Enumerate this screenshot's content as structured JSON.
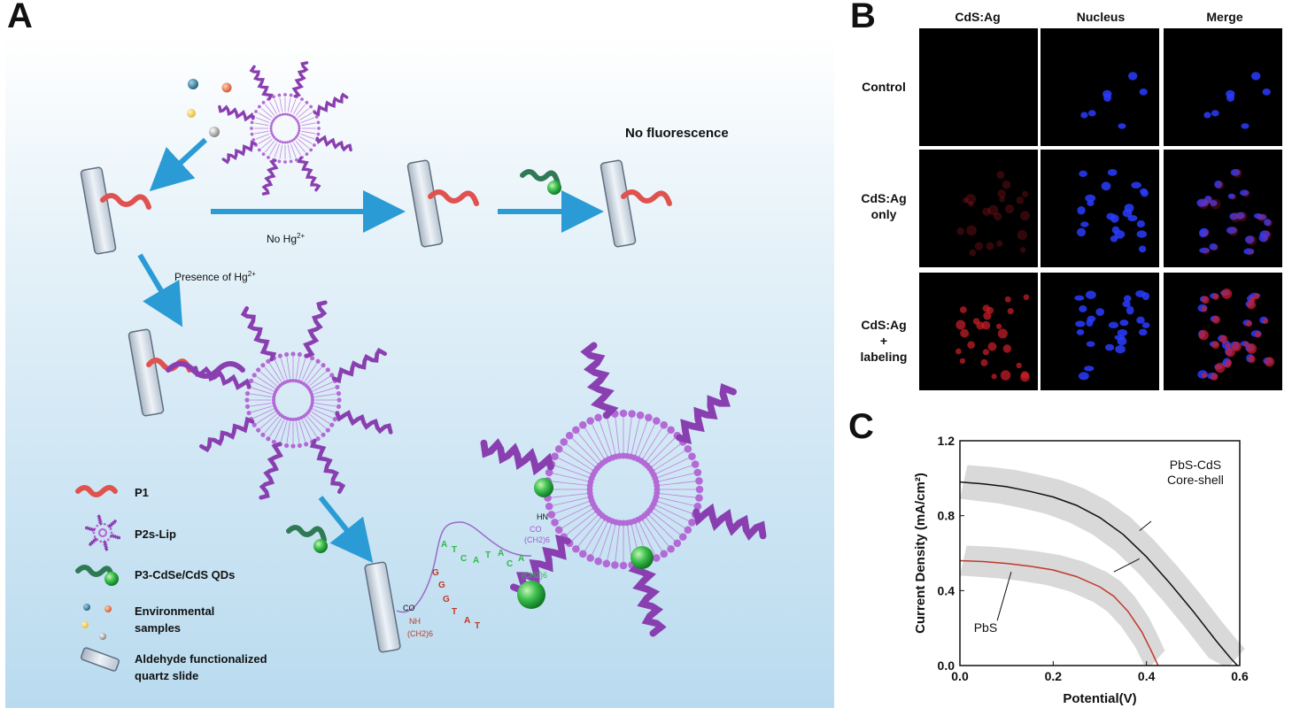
{
  "panels": {
    "a": "A",
    "b": "B",
    "c": "C"
  },
  "panel_a": {
    "no_fluorescence": "No fluorescence",
    "no_hg_base": "No Hg",
    "no_hg_sup": "2+",
    "presence_base": "Presence of Hg",
    "presence_sup": "2+",
    "legend": {
      "p1": "P1",
      "p2s_lip": "P2s-Lip",
      "p3": "P3-CdSe/CdS QDs",
      "env_line1": "Environmental",
      "env_line2": "samples",
      "slide_line1": "Aldehyde functionalized",
      "slide_line2": "quartz slide"
    },
    "chem": {
      "co": "CO",
      "nh": "NH",
      "ch2_6": "(CH2)6",
      "hn": "HN",
      "co2": "CO",
      "ch2_6b": "(CH2)6",
      "ch2_6c": "(CH2)6"
    },
    "colors": {
      "p1": "#e0524f",
      "lipid": "#b46ad6",
      "ssdna": "#8a3fb0",
      "qd": "#2fb84a",
      "arrow": "#2a9bd4"
    }
  },
  "panel_b": {
    "columns": [
      "CdS:Ag",
      "Nucleus",
      "Merge"
    ],
    "rows": [
      [
        "Control"
      ],
      [
        "CdS:Ag",
        "only"
      ],
      [
        "CdS:Ag",
        "+",
        "labeling"
      ]
    ]
  },
  "chart_data": {
    "type": "line",
    "xlabel": "Potential(V)",
    "ylabel": "Current Density (mA/cm²)",
    "xlim": [
      0.0,
      0.6
    ],
    "ylim": [
      0.0,
      1.2
    ],
    "xticks": [
      "0.0",
      "0.2",
      "0.4",
      "0.6"
    ],
    "yticks": [
      "0.0",
      "0.4",
      "0.8",
      "1.2"
    ],
    "series": [
      {
        "name": "PbS-CdS Core-shell",
        "label_lines": [
          "PbS-CdS",
          "Core-shell"
        ],
        "color": "#111111",
        "x": [
          0.0,
          0.05,
          0.1,
          0.15,
          0.2,
          0.25,
          0.3,
          0.35,
          0.4,
          0.45,
          0.5,
          0.55,
          0.58,
          0.595
        ],
        "y": [
          0.98,
          0.97,
          0.955,
          0.93,
          0.9,
          0.855,
          0.79,
          0.7,
          0.58,
          0.44,
          0.29,
          0.13,
          0.04,
          0.0
        ],
        "band": 0.09
      },
      {
        "name": "PbS",
        "label_lines": [
          "PbS"
        ],
        "color": "#c0392b",
        "x": [
          0.0,
          0.05,
          0.1,
          0.15,
          0.2,
          0.25,
          0.3,
          0.33,
          0.36,
          0.39,
          0.41,
          0.425
        ],
        "y": [
          0.56,
          0.555,
          0.545,
          0.53,
          0.51,
          0.475,
          0.42,
          0.37,
          0.29,
          0.18,
          0.08,
          0.0
        ],
        "band": 0.08
      }
    ],
    "band_color": "#d9d9d9"
  }
}
